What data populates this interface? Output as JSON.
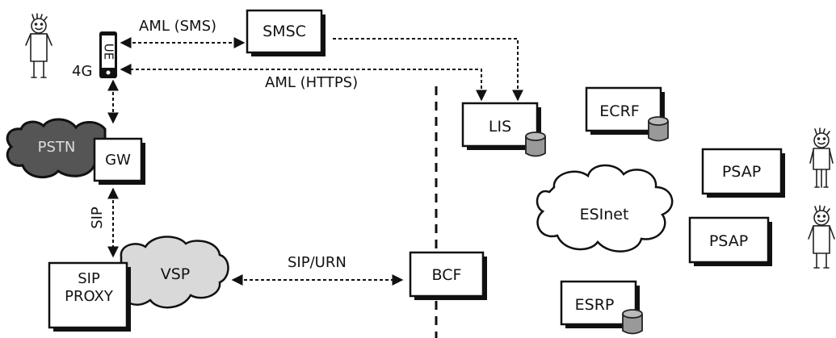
{
  "nodes": {
    "ue": "UE",
    "ue_tech": "4G",
    "smsc": "SMSC",
    "pstn": "PSTN",
    "gw": "GW",
    "sip_proxy_line1": "SIP",
    "sip_proxy_line2": "PROXY",
    "vsp": "VSP",
    "lis": "LIS",
    "ecrf": "ECRF",
    "bcf": "BCF",
    "esinet": "ESInet",
    "psap_1": "PSAP",
    "psap_2": "PSAP",
    "esrp": "ESRP"
  },
  "links": {
    "aml_sms": "AML (SMS)",
    "aml_https": "AML (HTTPS)",
    "sip": "SIP",
    "sip_urn": "SIP/URN"
  }
}
